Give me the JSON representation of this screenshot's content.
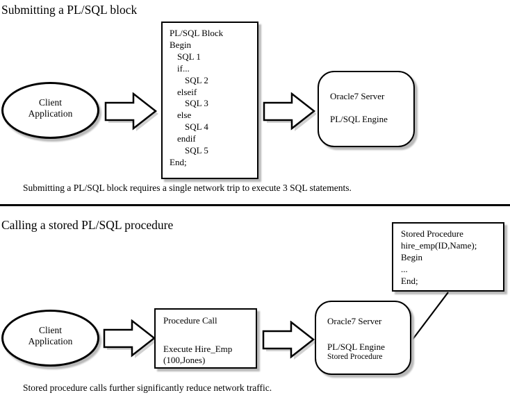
{
  "palette": {
    "ink": "#000000",
    "paper": "#ffffff",
    "shadow": "#b9b9b9"
  },
  "section1": {
    "title": "Submitting a PL/SQL block",
    "client_ellipse": {
      "line1": "Client",
      "line2": "Application"
    },
    "plsql_block_box": {
      "lines": [
        {
          "text": "PL/SQL Block",
          "indent": 0
        },
        {
          "text": "Begin",
          "indent": 0
        },
        {
          "text": "SQL 1",
          "indent": 1
        },
        {
          "text": "if...",
          "indent": 1
        },
        {
          "text": "SQL 2",
          "indent": 2
        },
        {
          "text": "elseif",
          "indent": 1
        },
        {
          "text": "SQL 3",
          "indent": 2
        },
        {
          "text": "else",
          "indent": 1
        },
        {
          "text": "SQL 4",
          "indent": 2
        },
        {
          "text": "endif",
          "indent": 1
        },
        {
          "text": "SQL 5",
          "indent": 2
        },
        {
          "text": "End;",
          "indent": 0
        }
      ]
    },
    "server_box": {
      "line1": "Oracle7 Server",
      "line2": "PL/SQL Engine"
    },
    "caption": "Submitting a PL/SQL block requires a single network trip to execute 3 SQL statements."
  },
  "section2": {
    "title": "Calling a stored PL/SQL procedure",
    "client_ellipse": {
      "line1": "Client",
      "line2": "Application"
    },
    "procedure_call_box": {
      "title": "Procedure Call",
      "line1": "Execute Hire_Emp",
      "line2": "(100,Jones)"
    },
    "server_box": {
      "line1": "Oracle7 Server",
      "line2": "PL/SQL Engine",
      "line3": "Stored Procedure"
    },
    "stored_procedure_box": {
      "lines": [
        {
          "text": "Stored Procedure",
          "indent": 0
        },
        {
          "text": "hire_emp(ID,Name);",
          "indent": 0
        },
        {
          "text": "Begin",
          "indent": 0
        },
        {
          "text": "...",
          "indent": 0
        },
        {
          "text": "End;",
          "indent": 0
        }
      ]
    },
    "caption": "Stored procedure calls further significantly reduce network traffic."
  }
}
